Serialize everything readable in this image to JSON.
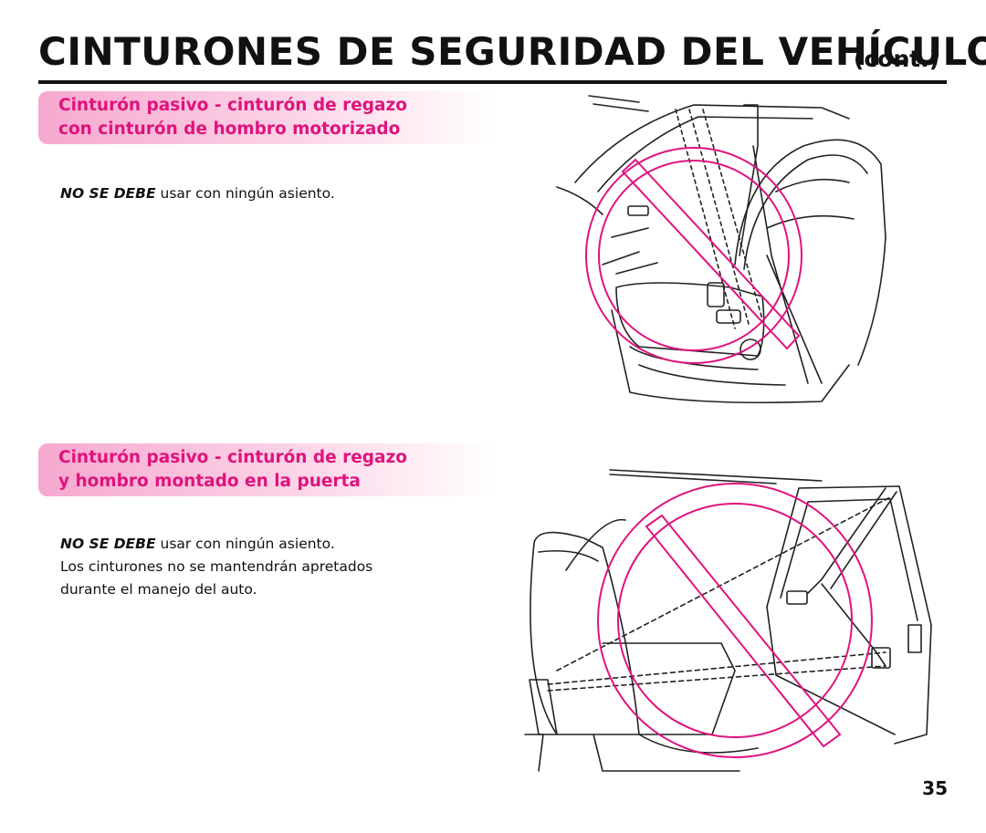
{
  "header": {
    "title": "CINTURONES DE SEGURIDAD DEL VEHÍCULO",
    "cont": "(cont.)"
  },
  "sections": [
    {
      "heading_line1": "Cinturón pasivo - cinturón de regazo",
      "heading_line2": "con cinturón de hombro motorizado",
      "emphasis": "NO SE DEBE",
      "text1": " usar con ningún asiento."
    },
    {
      "heading_line1": "Cinturón pasivo - cinturón de regazo",
      "heading_line2": "y hombro montado en la puerta",
      "emphasis": "NO SE DEBE",
      "text1": " usar con ningún asiento.",
      "text2": "Los cinturones no se mantendrán apretados",
      "text3": "durante el manejo del auto."
    }
  ],
  "colors": {
    "accent": "#e0137d",
    "heading_bg": "#f6a8cf"
  },
  "page_number": "35"
}
